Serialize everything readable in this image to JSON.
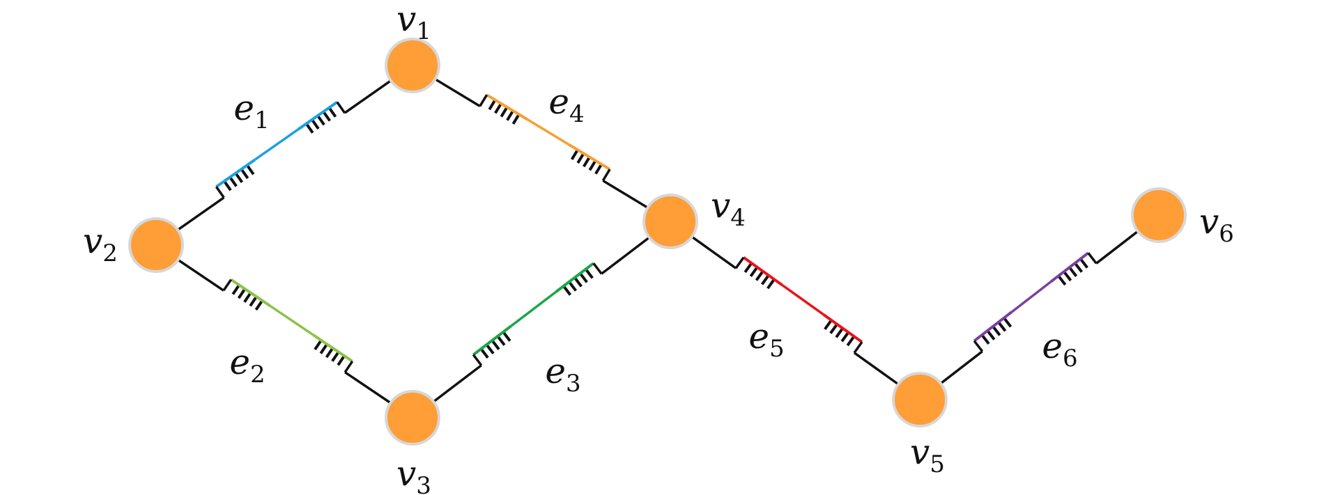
{
  "diagram": {
    "node_color": "#FF9D36",
    "node_border": "#D7D7D7",
    "wire_color": "#111111",
    "nodes": [
      {
        "id": "v1",
        "base": "v",
        "sub": "1"
      },
      {
        "id": "v2",
        "base": "v",
        "sub": "2"
      },
      {
        "id": "v3",
        "base": "v",
        "sub": "3"
      },
      {
        "id": "v4",
        "base": "v",
        "sub": "4"
      },
      {
        "id": "v5",
        "base": "v",
        "sub": "5"
      },
      {
        "id": "v6",
        "base": "v",
        "sub": "6"
      }
    ],
    "edges": [
      {
        "id": "e1",
        "base": "e",
        "sub": "1",
        "from": "v2",
        "to": "v1",
        "color": "#1BA1E2"
      },
      {
        "id": "e2",
        "base": "e",
        "sub": "2",
        "from": "v2",
        "to": "v3",
        "color": "#8BC34A"
      },
      {
        "id": "e3",
        "base": "e",
        "sub": "3",
        "from": "v3",
        "to": "v4",
        "color": "#1AA64A"
      },
      {
        "id": "e4",
        "base": "e",
        "sub": "4",
        "from": "v1",
        "to": "v4",
        "color": "#F5A033"
      },
      {
        "id": "e5",
        "base": "e",
        "sub": "5",
        "from": "v4",
        "to": "v5",
        "color": "#E8141B"
      },
      {
        "id": "e6",
        "base": "e",
        "sub": "6",
        "from": "v5",
        "to": "v6",
        "color": "#7B3FA0"
      }
    ]
  }
}
